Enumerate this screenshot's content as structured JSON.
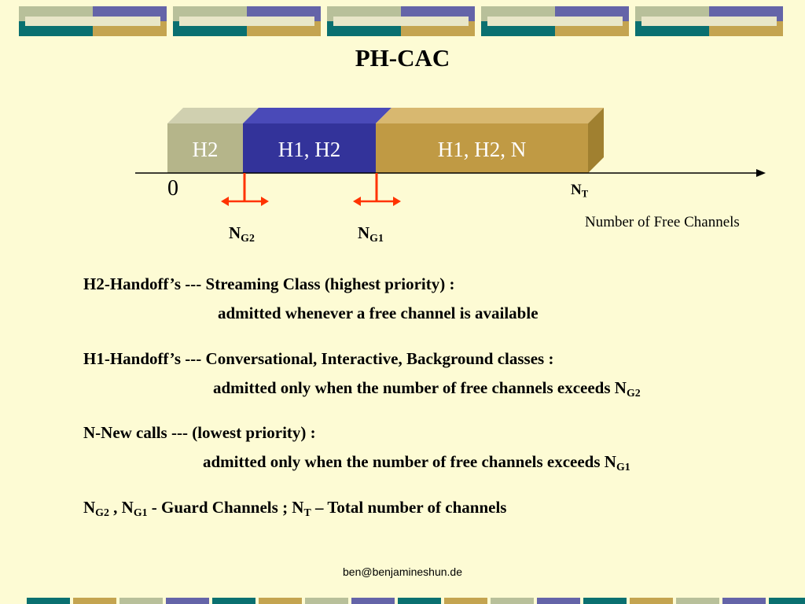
{
  "title": "PH-CAC",
  "diagram": {
    "segments": [
      "H2",
      "H1, H2",
      "H1, H2, N"
    ],
    "zero": "0",
    "nt": {
      "main": "N",
      "sub": "T"
    },
    "axis_caption": "Number of Free Channels",
    "ng2": {
      "main": "N",
      "sub": "G2"
    },
    "ng1": {
      "main": "N",
      "sub": "G1"
    }
  },
  "text": {
    "h2_line1": "H2-Handoff’s --- Streaming Class (highest priority) :",
    "h2_line2": "admitted whenever a free channel is available",
    "h1_line1": "H1-Handoff’s --- Conversational, Interactive, Background classes :",
    "h1_line2": "admitted only when the number of free channels exceeds N",
    "h1_line2_sub": "G2",
    "n_line1": "N-New calls --- (lowest priority) :",
    "n_line2": "admitted only when the number of free channels exceeds N",
    "n_line2_sub": "G1",
    "guard_n": "N",
    "guard_g2": "G2",
    "guard_sep": " , N",
    "guard_g1": "G1",
    "guard_mid": " -  Guard Channels ; N",
    "guard_t": "T",
    "guard_end": " – Total number of channels"
  },
  "footer": "ben@benjamineshun.de",
  "colors": {
    "background": "#fdfbd4",
    "h2_segment": "#b5b58a",
    "h1h2_segment": "#33339a",
    "h1h2n_segment": "#c09a44",
    "arrow": "#ff3300",
    "band_teal": "#0a7070",
    "band_purple": "#6464a8",
    "band_gold": "#c4a450",
    "band_sage": "#b8c09a"
  }
}
